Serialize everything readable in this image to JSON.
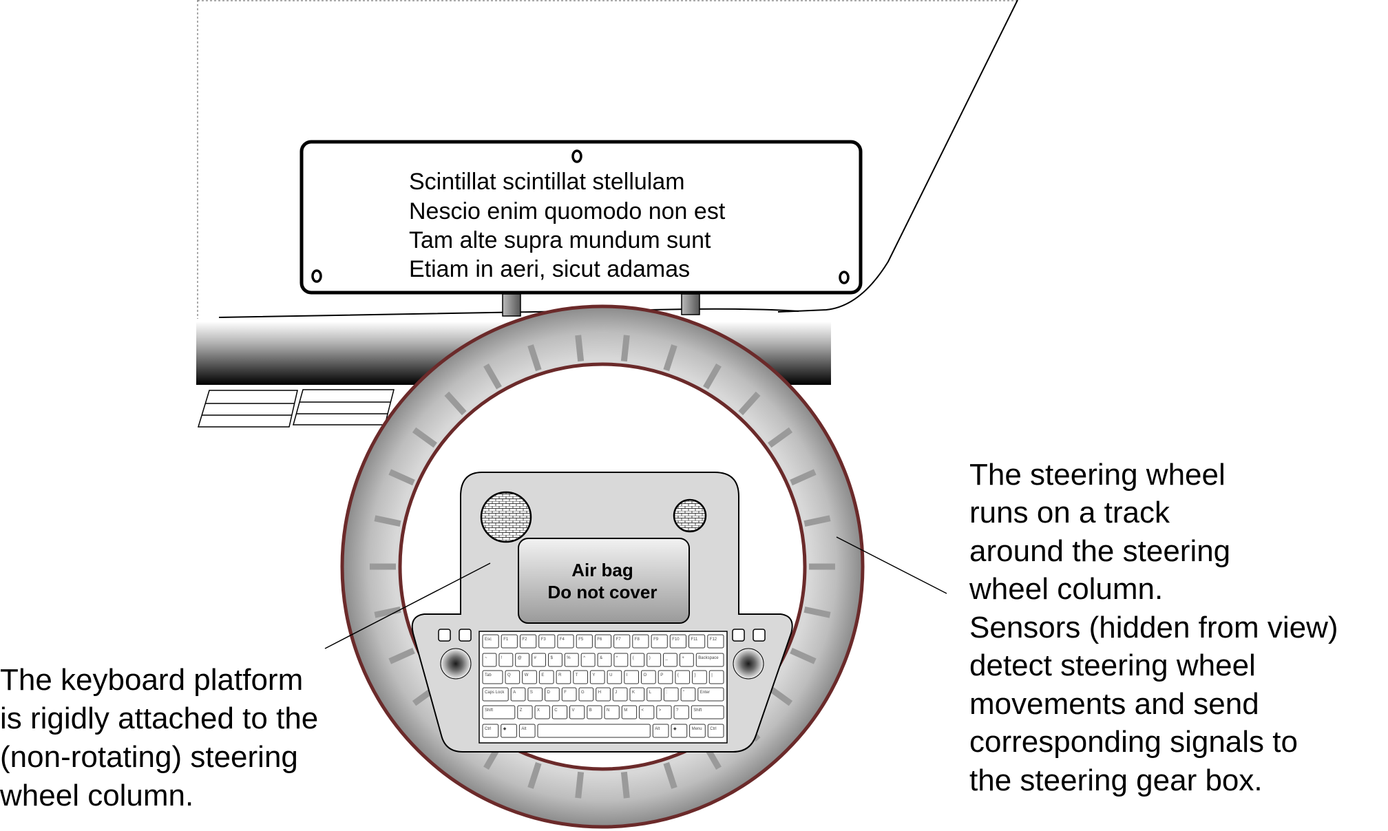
{
  "display_screen": {
    "lines": [
      "Scintillat scintillat stellulam",
      "Nescio enim quomodo non est",
      "Tam alte supra mundum sunt",
      "Etiam in aeri, sicut adamas"
    ]
  },
  "airbag": {
    "line1": "Air bag",
    "line2": "Do not cover"
  },
  "keyboard_label": {
    "lines": [
      "The keyboard platform",
      "is rigidly attached to the",
      "(non-rotating) steering",
      "wheel column."
    ]
  },
  "steering_label": {
    "lines": [
      "The steering wheel",
      "runs on a track",
      "around the steering",
      "wheel column.",
      "Sensors (hidden from view)",
      "detect steering wheel",
      "movements and send",
      "corresponding signals to",
      "the steering gear box."
    ]
  },
  "keyboard": {
    "row1": [
      "Esc",
      "F1",
      "F2",
      "F3",
      "F4",
      "F5",
      "F6",
      "F7",
      "F8",
      "F9",
      "F10",
      "F11",
      "F12"
    ],
    "row2": [
      "~",
      "!",
      "@",
      "#",
      "$",
      "%",
      "^",
      "&",
      "*",
      "(",
      ")",
      "_",
      "+",
      "Backspace"
    ],
    "row3": [
      "Tab",
      "Q",
      "W",
      "E",
      "R",
      "T",
      "Y",
      "U",
      "I",
      "O",
      "P",
      "{",
      "}",
      "|"
    ],
    "row4": [
      "Caps Lock",
      "A",
      "S",
      "D",
      "F",
      "G",
      "H",
      "J",
      "K",
      "L",
      ":",
      "\"",
      "Enter"
    ],
    "row5": [
      "Shift",
      "Z",
      "X",
      "C",
      "V",
      "B",
      "N",
      "M",
      "<",
      ">",
      "?",
      "Shift"
    ],
    "row6": [
      "Ctrl",
      "◆",
      "Alt",
      "",
      "Alt",
      "◆",
      "Menu",
      "Ctrl"
    ]
  },
  "colors": {
    "wheel_rim": "#9a9a9a",
    "wheel_border": "#6b2a2a",
    "platform": "#d6d6d6",
    "outline": "#000000"
  }
}
